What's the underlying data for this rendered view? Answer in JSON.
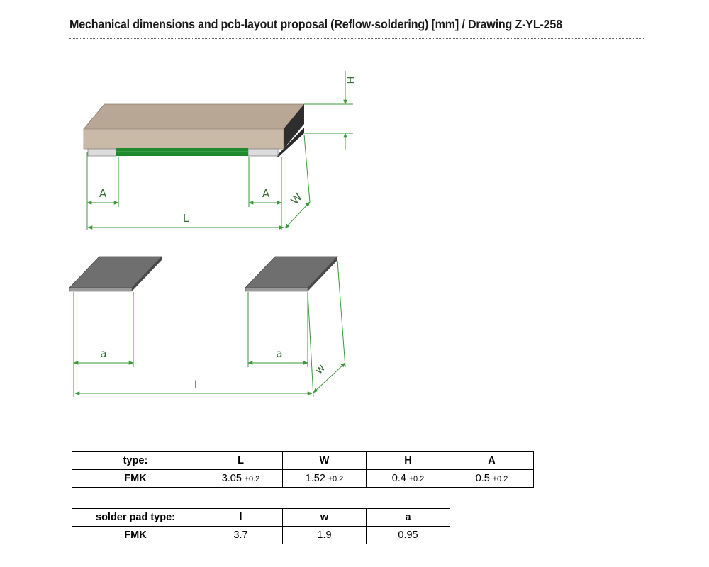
{
  "title": "Mechanical dimensions and pcb-layout proposal (Reflow-soldering) [mm] / Drawing Z-YL-258",
  "drawing_labels": {
    "H": "H",
    "A_left": "A",
    "A_right": "A",
    "W": "W",
    "L": "L",
    "a_left": "a",
    "a_right": "a",
    "w": "w",
    "l": "l"
  },
  "component_table": {
    "headers": [
      "type:",
      "L",
      "W",
      "H",
      "A"
    ],
    "row": {
      "type": "FMK",
      "L": {
        "value": "3.05",
        "tol": "±0.2"
      },
      "W": {
        "value": "1.52",
        "tol": "±0.2"
      },
      "H": {
        "value": "0.4",
        "tol": "±0.2"
      },
      "A": {
        "value": "0.5",
        "tol": "±0.2"
      }
    }
  },
  "pad_table": {
    "headers": [
      "solder pad type:",
      "l",
      "w",
      "a"
    ],
    "row": {
      "type": "FMK",
      "l": "3.7",
      "w": "1.9",
      "a": "0.95"
    }
  },
  "colors": {
    "body_front": "#c8b9a7",
    "body_top": "#b5a593",
    "body_side": "#3a3a3a",
    "resistive_layer": "#1f8a2e",
    "pad_top": "#6f6f6f",
    "dimension_lines": "#3a9a3a"
  }
}
